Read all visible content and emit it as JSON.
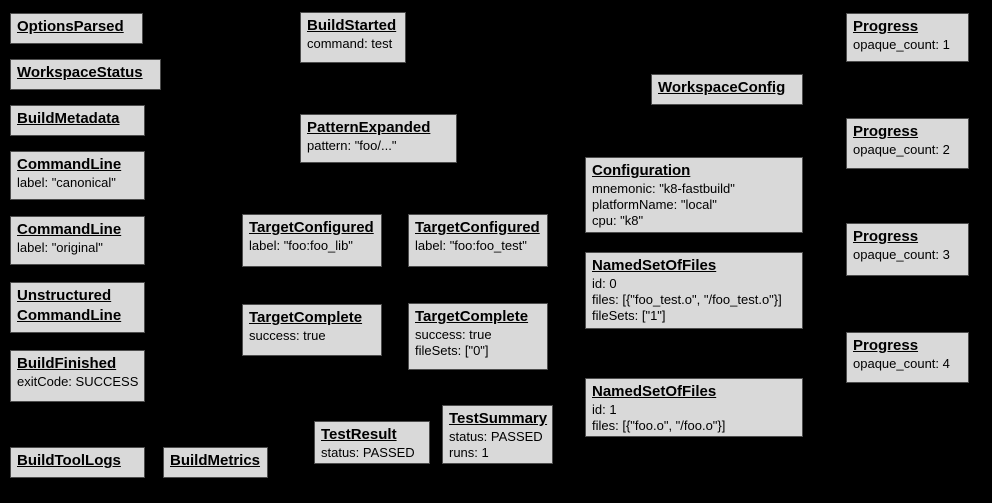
{
  "diagram": {
    "description": "Bazel Build Event Protocol event graph",
    "colors": {
      "background": "#000000",
      "box_fill": "#d9d9d9",
      "box_border": "#4d4d4d",
      "text": "#000000"
    },
    "events": [
      {
        "title": "OptionsParsed",
        "lines": []
      },
      {
        "title": "WorkspaceStatus",
        "lines": []
      },
      {
        "title": "BuildMetadata",
        "lines": []
      },
      {
        "title": "CommandLine",
        "lines": [
          "label: \"canonical\""
        ]
      },
      {
        "title": "CommandLine",
        "lines": [
          "label: \"original\""
        ]
      },
      {
        "title": "Unstructured\nCommandLine",
        "lines": []
      },
      {
        "title": "BuildFinished",
        "lines": [
          "exitCode: SUCCESS"
        ]
      },
      {
        "title": "BuildToolLogs",
        "lines": []
      },
      {
        "title": "BuildMetrics",
        "lines": []
      },
      {
        "title": "BuildStarted",
        "lines": [
          "command: test"
        ]
      },
      {
        "title": "PatternExpanded",
        "lines": [
          "pattern: \"foo/...\""
        ]
      },
      {
        "title": "TargetConfigured",
        "lines": [
          "label: \"foo:foo_lib\""
        ]
      },
      {
        "title": "TargetConfigured",
        "lines": [
          "label: \"foo:foo_test\""
        ]
      },
      {
        "title": "TargetComplete",
        "lines": [
          "success: true"
        ]
      },
      {
        "title": "TargetComplete",
        "lines": [
          "success: true",
          "fileSets: [\"0\"]"
        ]
      },
      {
        "title": "TestResult",
        "lines": [
          "status: PASSED"
        ]
      },
      {
        "title": "TestSummary",
        "lines": [
          "status: PASSED",
          "runs: 1"
        ]
      },
      {
        "title": "WorkspaceConfig",
        "lines": []
      },
      {
        "title": "Configuration",
        "lines": [
          "mnemonic: \"k8-fastbuild\"",
          "platformName: \"local\"",
          "cpu: \"k8\""
        ]
      },
      {
        "title": "NamedSetOfFiles",
        "lines": [
          "id: 0",
          "files: [{\"foo_test.o\", \"/foo_test.o\"}]",
          "fileSets: [\"1\"]"
        ]
      },
      {
        "title": "NamedSetOfFiles",
        "lines": [
          "id: 1",
          "files: [{\"foo.o\", \"/foo.o\"}]"
        ]
      },
      {
        "title": "Progress",
        "lines": [
          "opaque_count: 1"
        ]
      },
      {
        "title": "Progress",
        "lines": [
          "opaque_count: 2"
        ]
      },
      {
        "title": "Progress",
        "lines": [
          "opaque_count: 3"
        ]
      },
      {
        "title": "Progress",
        "lines": [
          "opaque_count: 4"
        ]
      }
    ]
  }
}
